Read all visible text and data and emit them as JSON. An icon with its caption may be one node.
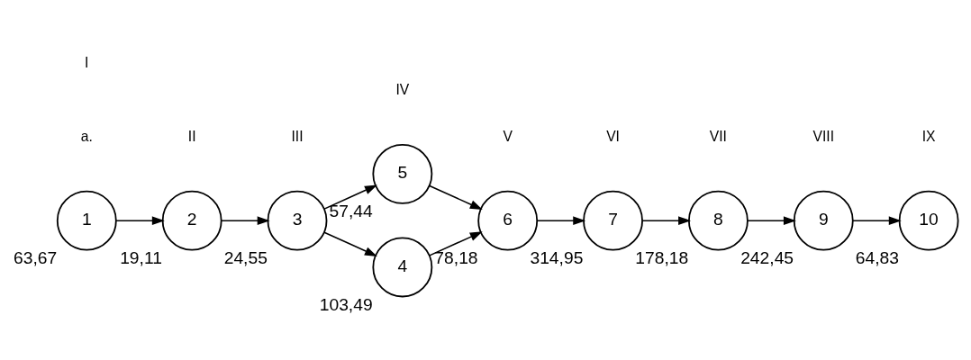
{
  "diagram": {
    "nodes": [
      {
        "text": [
          "1"
        ],
        "beside": [
          "63,67"
        ]
      },
      {
        "text": [
          "2"
        ],
        "beside": [
          "19,11"
        ]
      },
      {
        "text": [
          "3"
        ],
        "beside": [
          "24,55"
        ]
      },
      {
        "text": [
          "5"
        ],
        "beside": [
          "57,44"
        ]
      },
      {
        "text": [
          "4"
        ],
        "beside": [
          "103,49"
        ]
      },
      {
        "text": [
          "6"
        ],
        "beside": [
          "78,18"
        ]
      },
      {
        "text": [
          "7"
        ],
        "beside": [
          "314,95"
        ]
      },
      {
        "text": [
          "8"
        ],
        "beside": [
          "178,18"
        ]
      },
      {
        "text": [
          "9"
        ],
        "beside": [
          "242,45"
        ]
      },
      {
        "text": [
          "10"
        ],
        "beside": [
          "64,83"
        ]
      }
    ],
    "edges": [
      {
        "from": 0,
        "to": 1,
        "arrow": "to"
      },
      {
        "from": 1,
        "to": 2,
        "arrow": "to"
      },
      {
        "from": 2,
        "to": 3,
        "arrow": "to"
      },
      {
        "from": 2,
        "to": 4,
        "arrow": "to"
      },
      {
        "from": 3,
        "to": 5,
        "arrow": "to"
      },
      {
        "from": 4,
        "to": 5,
        "arrow": "to"
      },
      {
        "from": 5,
        "to": 6,
        "arrow": "to"
      },
      {
        "from": 6,
        "to": 7,
        "arrow": "to"
      },
      {
        "from": 7,
        "to": 8,
        "arrow": "to"
      },
      {
        "from": 8,
        "to": 9,
        "arrow": "to"
      }
    ],
    "labels": [
      "a.",
      "I",
      "II",
      "III",
      "IV",
      "V",
      "VI",
      "VII",
      "VIII",
      "IX"
    ]
  }
}
